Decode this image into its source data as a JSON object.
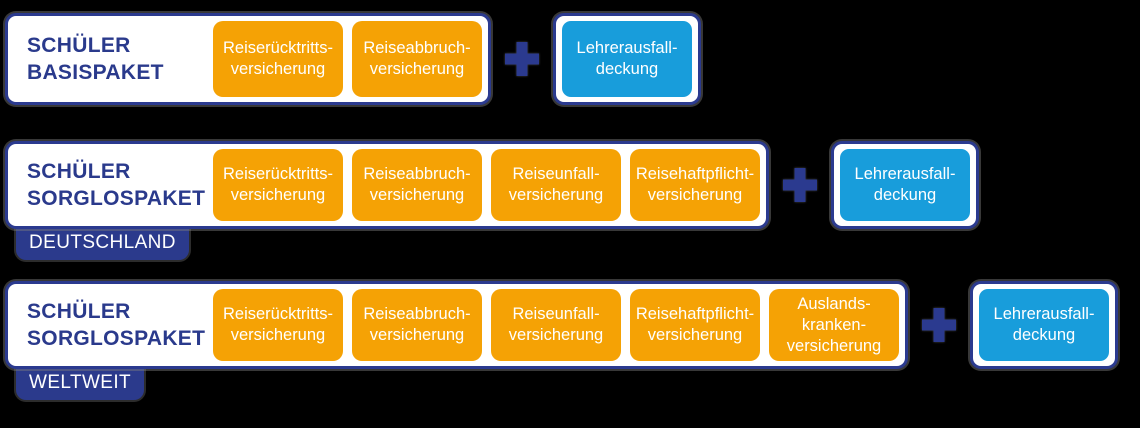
{
  "colors": {
    "background": "#000000",
    "dark_blue": "#2B3A8F",
    "orange": "#F5A205",
    "cyan": "#189DDB",
    "white": "#FFFFFF"
  },
  "icons": {
    "plus": "+"
  },
  "rows": [
    {
      "title": [
        "SCHÜLER",
        "BASISPAKET"
      ],
      "coverages": [
        "Reiserücktritts-\nversicherung",
        "Reiseabbruch-\nversicherung"
      ],
      "addon": "Lehrerausfall-\ndeckung",
      "region_label": ""
    },
    {
      "title": [
        "SCHÜLER",
        "SORGLOSPAKET"
      ],
      "coverages": [
        "Reiserücktritts-\nversicherung",
        "Reiseabbruch-\nversicherung",
        "Reiseunfall-\nversicherung",
        "Reisehaftpflicht-\nversicherung"
      ],
      "addon": "Lehrerausfall-\ndeckung",
      "region_label": "DEUTSCHLAND"
    },
    {
      "title": [
        "SCHÜLER",
        "SORGLOSPAKET"
      ],
      "coverages": [
        "Reiserücktritts-\nversicherung",
        "Reiseabbruch-\nversicherung",
        "Reiseunfall-\nversicherung",
        "Reisehaftpflicht-\nversicherung",
        "Auslands-\nkranken-\nversicherung"
      ],
      "addon": "Lehrerausfall-\ndeckung",
      "region_label": "WELTWEIT"
    }
  ]
}
